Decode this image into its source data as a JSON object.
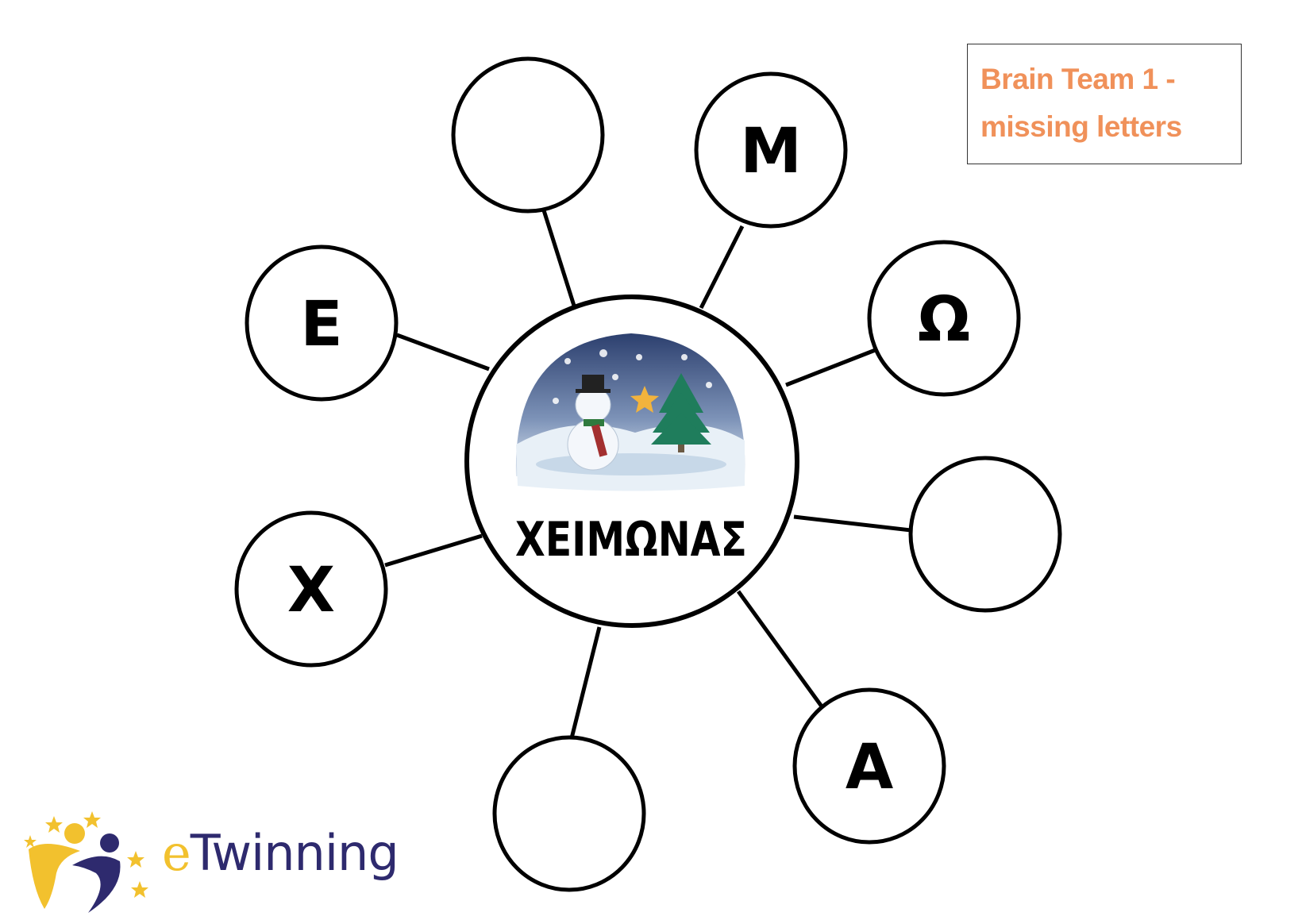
{
  "title_box": {
    "line1": "Brain Team 1 -",
    "line2": "missing letters"
  },
  "center": {
    "word": "ΧΕΙΜΩΝΑΣ"
  },
  "bubbles": [
    {
      "id": "top-left",
      "letter": ""
    },
    {
      "id": "top-right",
      "letter": "Μ"
    },
    {
      "id": "right-upper",
      "letter": "Ω"
    },
    {
      "id": "right",
      "letter": ""
    },
    {
      "id": "bottom-right",
      "letter": "Α"
    },
    {
      "id": "bottom",
      "letter": ""
    },
    {
      "id": "left-lower",
      "letter": "Χ"
    },
    {
      "id": "left-upper",
      "letter": "Ε"
    }
  ],
  "logo": {
    "prefix": "e",
    "name": "Twinning"
  },
  "colors": {
    "title": "#f0915a",
    "logo_blue": "#2e2a6e",
    "logo_yellow": "#f2c12e"
  }
}
